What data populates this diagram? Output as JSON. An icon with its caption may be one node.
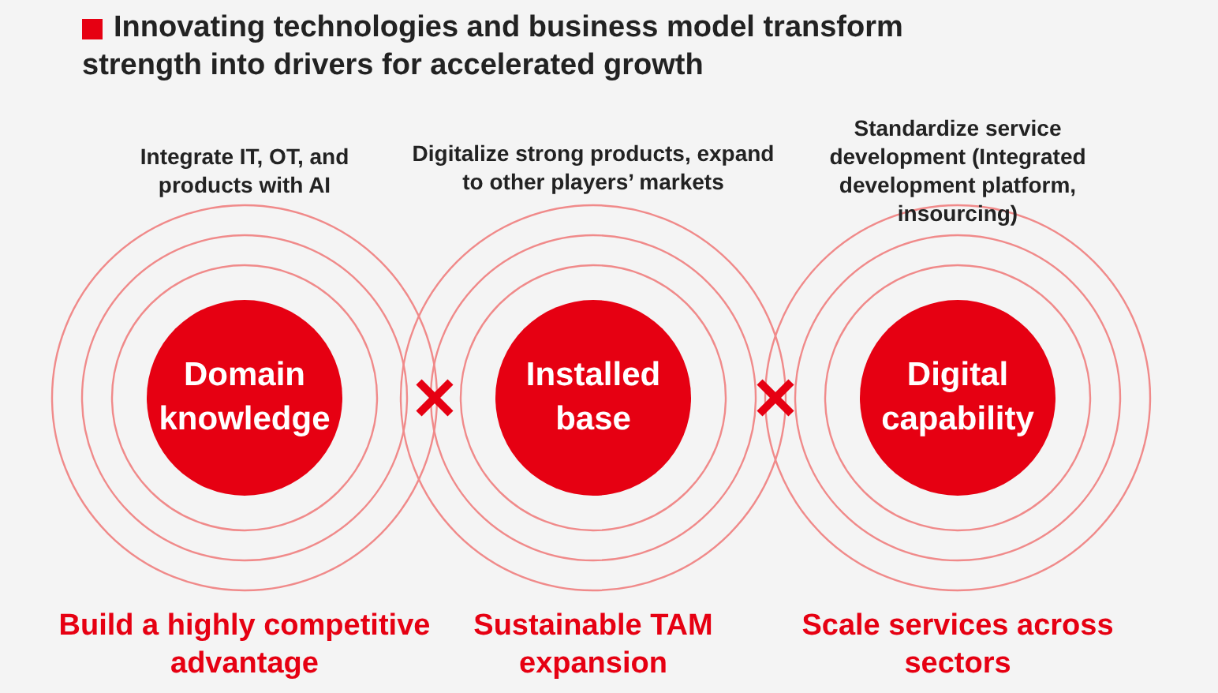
{
  "diagram": {
    "title": "Innovating technologies and business model transform strength into drivers for accelerated growth",
    "nodes": [
      {
        "text": [
          "Domain knowledge"
        ],
        "beside": [
          "Build a highly competitive advantage"
        ]
      },
      {
        "text": [
          "Installed base"
        ],
        "beside": [
          "Sustainable TAM expansion"
        ]
      },
      {
        "text": [
          "Digital capability"
        ],
        "beside": [
          "Scale services across sectors"
        ]
      }
    ],
    "labels": [
      "Integrate IT, OT, and products with AI",
      "Digitalize strong products, expand to other players’ markets",
      "Standardize service development (Integrated development platform, insourcing)"
    ]
  }
}
